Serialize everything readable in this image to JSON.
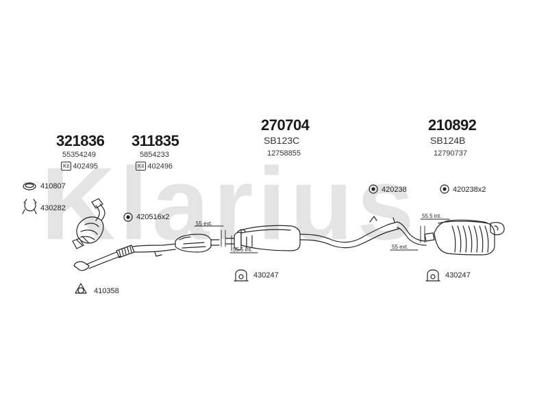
{
  "watermark": "Klarius",
  "assemblies": [
    {
      "number": "321836",
      "oe": "55354249",
      "kit_badge": "Kit",
      "kit": "402495"
    },
    {
      "number": "311835",
      "oe": "5854233",
      "kit_badge": "Kit",
      "kit": "402496"
    },
    {
      "number": "270704",
      "oe": "SB123C",
      "oe2": "12758855"
    },
    {
      "number": "210892",
      "oe": "SB124B",
      "oe2": "12790737"
    }
  ],
  "parts": {
    "gasket_ring": "410807",
    "clamp_u": "430282",
    "gasket_flange": "410358",
    "mount_rubber_front": "420516x2",
    "mount_rubber_mid": "420238",
    "mount_rubber_rear": "420238x2",
    "hanger_mid": "430247",
    "hanger_rear": "430247"
  },
  "dims": {
    "d1": "55 ext.",
    "d2": "55.5 int.",
    "d3": "55.5 int.",
    "d4": "55 ext."
  }
}
